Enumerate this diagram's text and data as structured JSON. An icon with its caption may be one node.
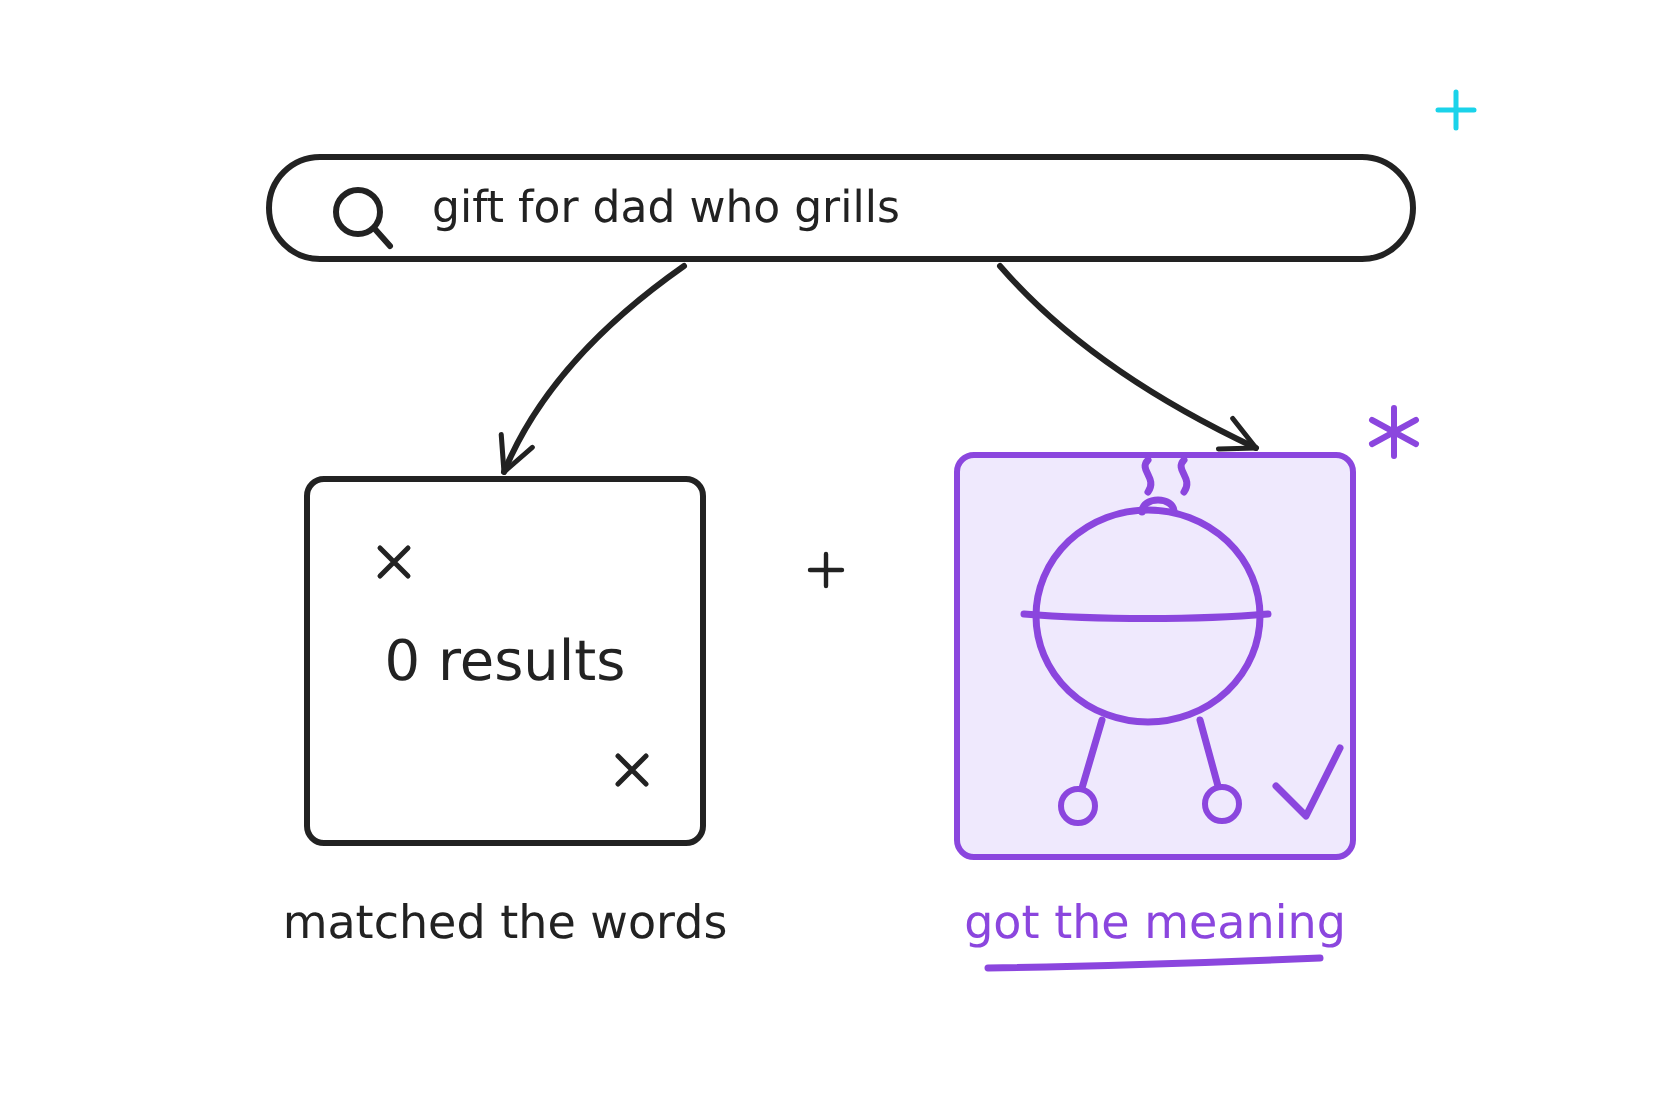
{
  "diagram": {
    "nodes": [
      {
        "text": [
          "gift for dad who grills"
        ]
      },
      {
        "text": [
          "0 results"
        ],
        "beside": [
          "matched the words"
        ]
      },
      {
        "text": [],
        "shape": "picture",
        "beside": [
          "got the meaning"
        ]
      }
    ],
    "edges": [
      {
        "from": 0,
        "to": 1,
        "arrow": "to"
      },
      {
        "from": 0,
        "to": 2,
        "arrow": "to"
      }
    ]
  }
}
